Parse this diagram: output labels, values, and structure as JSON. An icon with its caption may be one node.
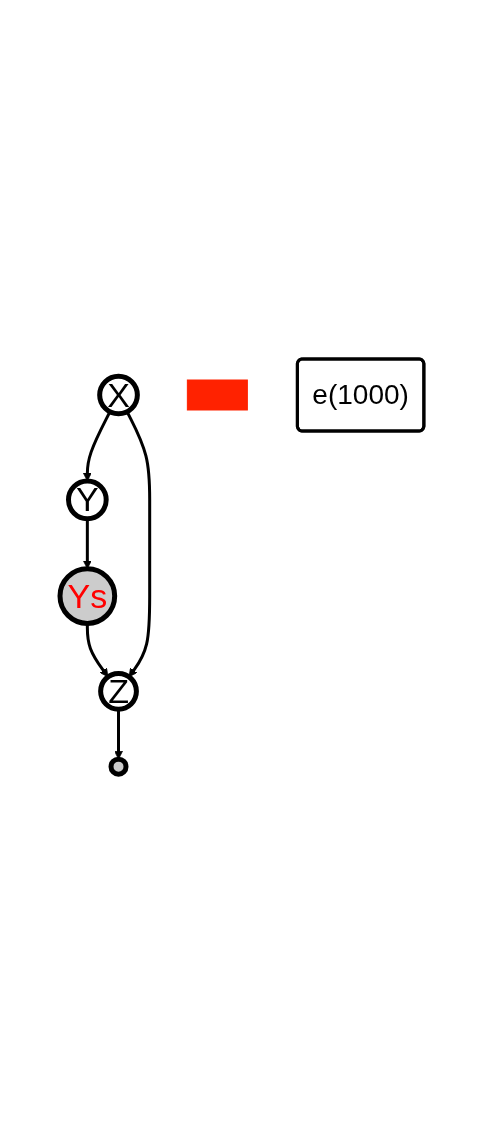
{
  "diagram": {
    "nodes": [
      {
        "text": [
          "X"
        ]
      },
      {
        "text": [
          "Y"
        ]
      },
      {
        "text": [],
        "shape": "box"
      },
      {
        "text": [
          "Ys"
        ]
      },
      {
        "text": [
          "Z"
        ]
      },
      {
        "text": [
          "e(1000)"
        ]
      },
      {
        "text": [],
        "shape": "circle"
      }
    ],
    "edges": [
      {
        "from": 0,
        "to": 1,
        "arrow": "to"
      },
      {
        "from": 1,
        "to": 3,
        "arrow": "to"
      },
      {
        "from": 3,
        "to": 4,
        "arrow": "to"
      },
      {
        "from": 0,
        "to": 4,
        "arrow": "to"
      },
      {
        "from": 4,
        "to": 6,
        "arrow": "to"
      }
    ]
  }
}
